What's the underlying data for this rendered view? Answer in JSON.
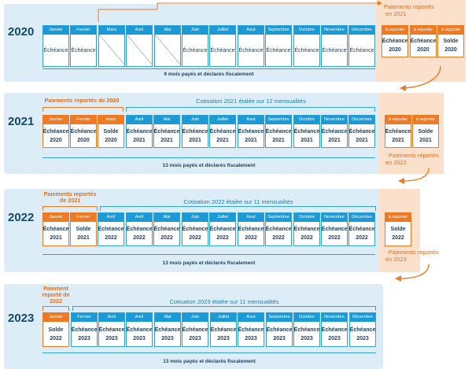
{
  "rows": [
    {
      "year": "2020",
      "months": [
        {
          "name": "Janvier",
          "line1": "Échéance",
          "line2": ""
        },
        {
          "name": "Fevrier",
          "line1": "Échéance",
          "line2": ""
        },
        {
          "name": "Mars",
          "line1": "",
          "line2": ""
        },
        {
          "name": "Avril",
          "line1": "",
          "line2": ""
        },
        {
          "name": "Mai",
          "line1": "",
          "line2": ""
        },
        {
          "name": "Juin",
          "line1": "Échéance",
          "line2": ""
        },
        {
          "name": "Juillet",
          "line1": "Échéance",
          "line2": ""
        },
        {
          "name": "Aout",
          "line1": "Échéance",
          "line2": ""
        },
        {
          "name": "Septembre",
          "line1": "Échéance",
          "line2": ""
        },
        {
          "name": "Octobre",
          "line1": "Échéance",
          "line2": ""
        },
        {
          "name": "Novembre",
          "line1": "Échéance",
          "line2": ""
        },
        {
          "name": "Décembre",
          "line1": "Échéance",
          "line2": ""
        }
      ],
      "side": [
        {
          "name": "à reporter",
          "line1": "Échéance",
          "line2": "2020"
        },
        {
          "name": "à reporter",
          "line1": "Échéance",
          "line2": "2020"
        },
        {
          "name": "à reporter",
          "line1": "Solde",
          "line2": "2020"
        }
      ],
      "summary": "9 mois payés et déclarés fiscalement"
    },
    {
      "year": "2021",
      "title_orange": "Paiements reportés de 2020",
      "title_blue": "Cotisation 2021 étalée sur 12 mensualités",
      "months": [
        {
          "name": "Janvier",
          "line1": "Échéance",
          "line2": "2020"
        },
        {
          "name": "Fevrier",
          "line1": "Échéance",
          "line2": "2020"
        },
        {
          "name": "Mars",
          "line1": "Solde",
          "line2": "2020"
        },
        {
          "name": "Avril",
          "line1": "Échéance",
          "line2": "2021"
        },
        {
          "name": "Mai",
          "line1": "Échéance",
          "line2": "2021"
        },
        {
          "name": "Juin",
          "line1": "Échéance",
          "line2": "2021"
        },
        {
          "name": "Juillet",
          "line1": "Échéance",
          "line2": "2021"
        },
        {
          "name": "Aout",
          "line1": "Échéance",
          "line2": "2021"
        },
        {
          "name": "Septembre",
          "line1": "Échéance",
          "line2": "2021"
        },
        {
          "name": "Octobre",
          "line1": "Échéance",
          "line2": "2021"
        },
        {
          "name": "Novembre",
          "line1": "Échéance",
          "line2": "2021"
        },
        {
          "name": "Décembre",
          "line1": "Échéance",
          "line2": "2021"
        }
      ],
      "side": [
        {
          "name": "à reporter",
          "line1": "Échéance",
          "line2": "2021"
        },
        {
          "name": "à reporter",
          "line1": "Solde",
          "line2": "2021"
        }
      ],
      "summary": "13 mois payés et déclarés fiscalement"
    },
    {
      "year": "2022",
      "title_orange": "Paiements reportés de 2021",
      "title_blue": "Cotisation 2022 étalée sur 11 mensualités",
      "months": [
        {
          "name": "Janvier",
          "line1": "Échéance",
          "line2": "2021"
        },
        {
          "name": "Fevrier",
          "line1": "Solde",
          "line2": "2021"
        },
        {
          "name": "Avril",
          "line1": "Échéance",
          "line2": "2022"
        },
        {
          "name": "Avril",
          "line1": "Échéance",
          "line2": "2022"
        },
        {
          "name": "Mai",
          "line1": "Échéance",
          "line2": "2022"
        },
        {
          "name": "Juin",
          "line1": "Échéance",
          "line2": "2022"
        },
        {
          "name": "Juillet",
          "line1": "Échéance",
          "line2": "2022"
        },
        {
          "name": "Aout",
          "line1": "Échéance",
          "line2": "2022"
        },
        {
          "name": "Septembre",
          "line1": "Échéance",
          "line2": "2022"
        },
        {
          "name": "Octobre",
          "line1": "Échéance",
          "line2": "2022"
        },
        {
          "name": "Novembre",
          "line1": "Échéance",
          "line2": "2022"
        },
        {
          "name": "Décembre",
          "line1": "Échéance",
          "line2": "2022"
        }
      ],
      "side": [
        {
          "name": "à reporter",
          "line1": "Solde",
          "line2": "2022"
        }
      ],
      "summary": "13 mois payés et déclarés fiscalement"
    },
    {
      "year": "2023",
      "title_orange": "Paiement reporté de 2022",
      "title_blue": "Cotisation 2023 étalée sur 11 mensualités",
      "months": [
        {
          "name": "Janvier",
          "line1": "Solde",
          "line2": "2022"
        },
        {
          "name": "Fevrier",
          "line1": "Échéance",
          "line2": "2023"
        },
        {
          "name": "Avril",
          "line1": "Échéance",
          "line2": "2023"
        },
        {
          "name": "Avril",
          "line1": "Échéance",
          "line2": "2023"
        },
        {
          "name": "Mai",
          "line1": "Échéance",
          "line2": "2023"
        },
        {
          "name": "Juin",
          "line1": "Échéance",
          "line2": "2023"
        },
        {
          "name": "Juillet",
          "line1": "Échéance",
          "line2": "2023"
        },
        {
          "name": "Aout",
          "line1": "Échéance",
          "line2": "2023"
        },
        {
          "name": "Septembre",
          "line1": "Échéance",
          "line2": "2023"
        },
        {
          "name": "Octobre",
          "line1": "Échéance",
          "line2": "2023"
        },
        {
          "name": "Novembre",
          "line1": "Échéance",
          "line2": "2023"
        },
        {
          "name": "Décembre",
          "line1": "Échéance",
          "line2": "2023"
        }
      ],
      "side": [],
      "summary": "13 mois payés et déclarés fiscalement"
    }
  ],
  "notes": [
    {
      "line1": "Paiements reportés",
      "line2": "en 2021"
    },
    {
      "line1": "Paiements reportés",
      "line2": "en 2022"
    },
    {
      "line1": "Paiements reportés",
      "line2": "en 2023"
    }
  ],
  "colors": {
    "blue": "#1a9bd7",
    "orange": "#ee7a23",
    "panel": "#dcedf8",
    "side_panel": "#fbe0cc",
    "year": "#12496b"
  }
}
